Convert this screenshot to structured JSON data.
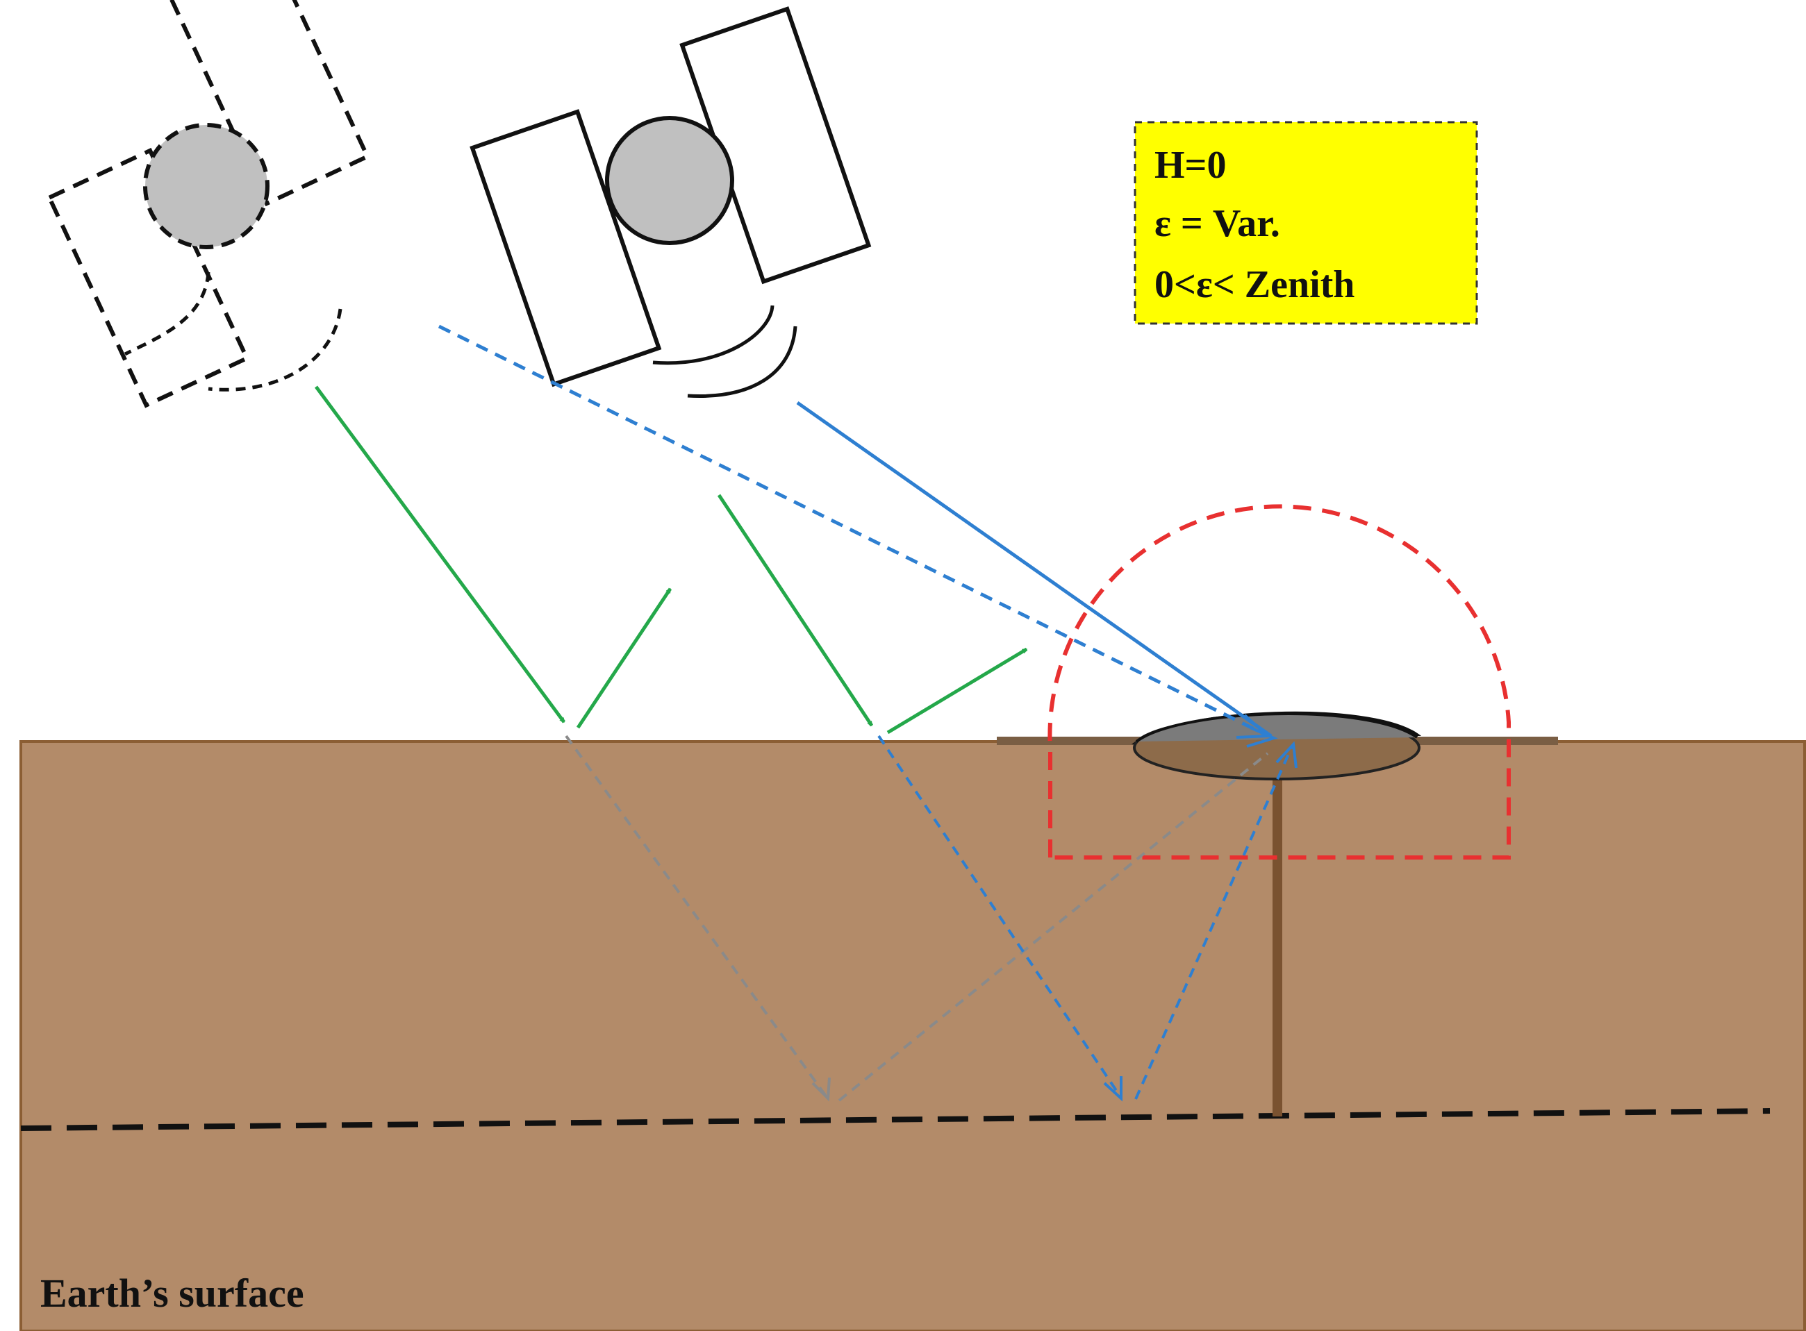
{
  "legend": {
    "lines": [
      "H=0",
      "ε = Var.",
      "0<ε< Zenith"
    ]
  },
  "ground": {
    "label": "Earth’s surface"
  },
  "colors": {
    "ground_fill": "#b38b69",
    "ground_edge": "#8b5e34",
    "pole": "#7a5230",
    "legend_fill": "#ffff00",
    "direct_signal": "#2e7fd1",
    "reflected_signal": "#24a84a",
    "subsurface_reflected": "#8a8a8a",
    "sensing_zone": "#e83030",
    "satellite_body": "#c0c0c0",
    "puddle": "#7b7b7b"
  },
  "icons": [
    "satellite-icon-previous",
    "satellite-icon-current",
    "antenna-icon",
    "water-puddle-icon"
  ]
}
